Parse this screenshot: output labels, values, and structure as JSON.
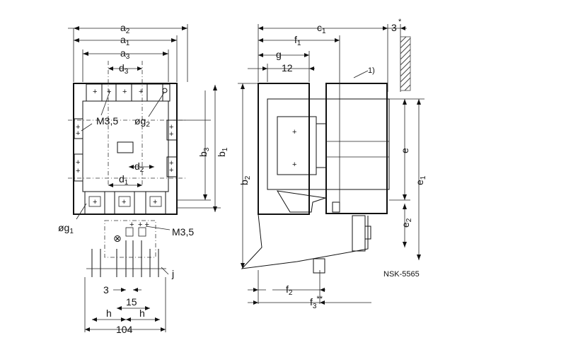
{
  "labels": {
    "a2": {
      "base": "a",
      "sub": "2"
    },
    "a1": {
      "base": "a",
      "sub": "1"
    },
    "a3": {
      "base": "a",
      "sub": "3"
    },
    "d3": {
      "base": "d",
      "sub": "3"
    },
    "d2": {
      "base": "d",
      "sub": "2"
    },
    "d1": {
      "base": "d",
      "sub": "1"
    },
    "m35_top": "M3,5",
    "g2": {
      "base": "øg",
      "sub": "2"
    },
    "g1": {
      "base": "øg",
      "sub": "1"
    },
    "b3": {
      "base": "b",
      "sub": "3"
    },
    "b1": {
      "base": "b",
      "sub": "1"
    },
    "m35_bottom": "M3,5",
    "dim3": "3",
    "dim15": "15",
    "h_left": "h",
    "h_right": "h",
    "dim104": "104",
    "j": "j",
    "c1": {
      "base": "c",
      "sub": "1"
    },
    "f1": {
      "base": "f",
      "sub": "1"
    },
    "g": "g",
    "dim12": "12",
    "dim3star": "3",
    "star": "*",
    "note1": "1)",
    "b2": {
      "base": "b",
      "sub": "2"
    },
    "e": "e",
    "e1": {
      "base": "e",
      "sub": "1"
    },
    "e2": {
      "base": "e",
      "sub": "2"
    },
    "f2": {
      "base": "f",
      "sub": "2"
    },
    "f3": {
      "base": "f",
      "sub": "3"
    },
    "f3stars": "**",
    "code": "NSK-5565",
    "coil_symbol": "⊗"
  }
}
